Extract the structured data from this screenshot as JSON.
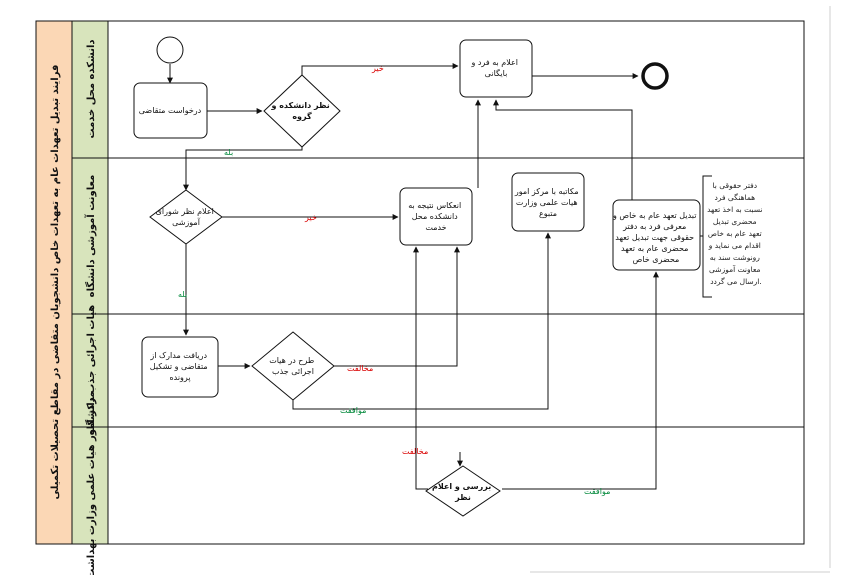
{
  "title": "فرایند تبدیل تعهدات عام به تعهدات خاص دانشجویان متقاضی در مقاطع تحصیلات تکمیلی",
  "lanes": [
    {
      "id": "lane1",
      "label": "دانشکده محل خدمت"
    },
    {
      "id": "lane2",
      "label": "معاونت آموزشی دانشگاه"
    },
    {
      "id": "lane3",
      "label": "هیات اجرائی جذب دانشگاه"
    },
    {
      "id": "lane4",
      "label": "مرکز امور هیات علمی وزارت بهداشت"
    }
  ],
  "nodes": {
    "request": {
      "lines": [
        "درخواست متقاضی"
      ]
    },
    "faculty_review": {
      "lines": [
        "نظر دانشکده و",
        "گروه"
      ]
    },
    "announce_individual": {
      "lines": [
        "اعلام به فرد و",
        "بایگانی"
      ]
    },
    "education_council": {
      "lines": [
        "اعلام نظر شورای",
        "آموزشی"
      ]
    },
    "reflect_result": {
      "lines": [
        "انعکاس نتیجه به",
        "دانشکده محل",
        "خدمت"
      ]
    },
    "letter_to_center": {
      "lines": [
        "مکاتبه با مرکز امور",
        "هیات علمی وزارت",
        "متبوع"
      ]
    },
    "convert_commitment": {
      "lines": [
        "تبدیل تعهد عام به خاص و",
        "معرفی فرد به دفتر",
        "حقوقی جهت تبدیل تعهد",
        "محضری عام به تعهد",
        "محضری خاص"
      ]
    },
    "receive_docs": {
      "lines": [
        "دریافت مدارک از",
        "متقاضی و تشکیل",
        "پرونده"
      ]
    },
    "board_review": {
      "lines": [
        "طرح در هیات",
        "اجرائی جذب"
      ]
    },
    "ministry_review": {
      "lines": [
        "بررسی و اعلام",
        "نظر"
      ]
    }
  },
  "note": {
    "lines": [
      "دفتر حقوقی با",
      "هماهنگی فرد",
      "نسبت به اخذ تعهد",
      "محضری تبدیل",
      "تعهد عام به خاص",
      "اقدام می نماید و",
      "رونوشت سند به",
      "معاونت آموزشی",
      "ارسال می گردد."
    ]
  },
  "edge_labels": {
    "no": "خیر",
    "yes": "بله",
    "oppose": "مخالفت",
    "agree": "موافقت"
  },
  "colors": {
    "title_band": "#fbd7b5",
    "lane_header": "#d8e4bc",
    "no_label": "#d90000",
    "yes_label": "#00883a"
  }
}
